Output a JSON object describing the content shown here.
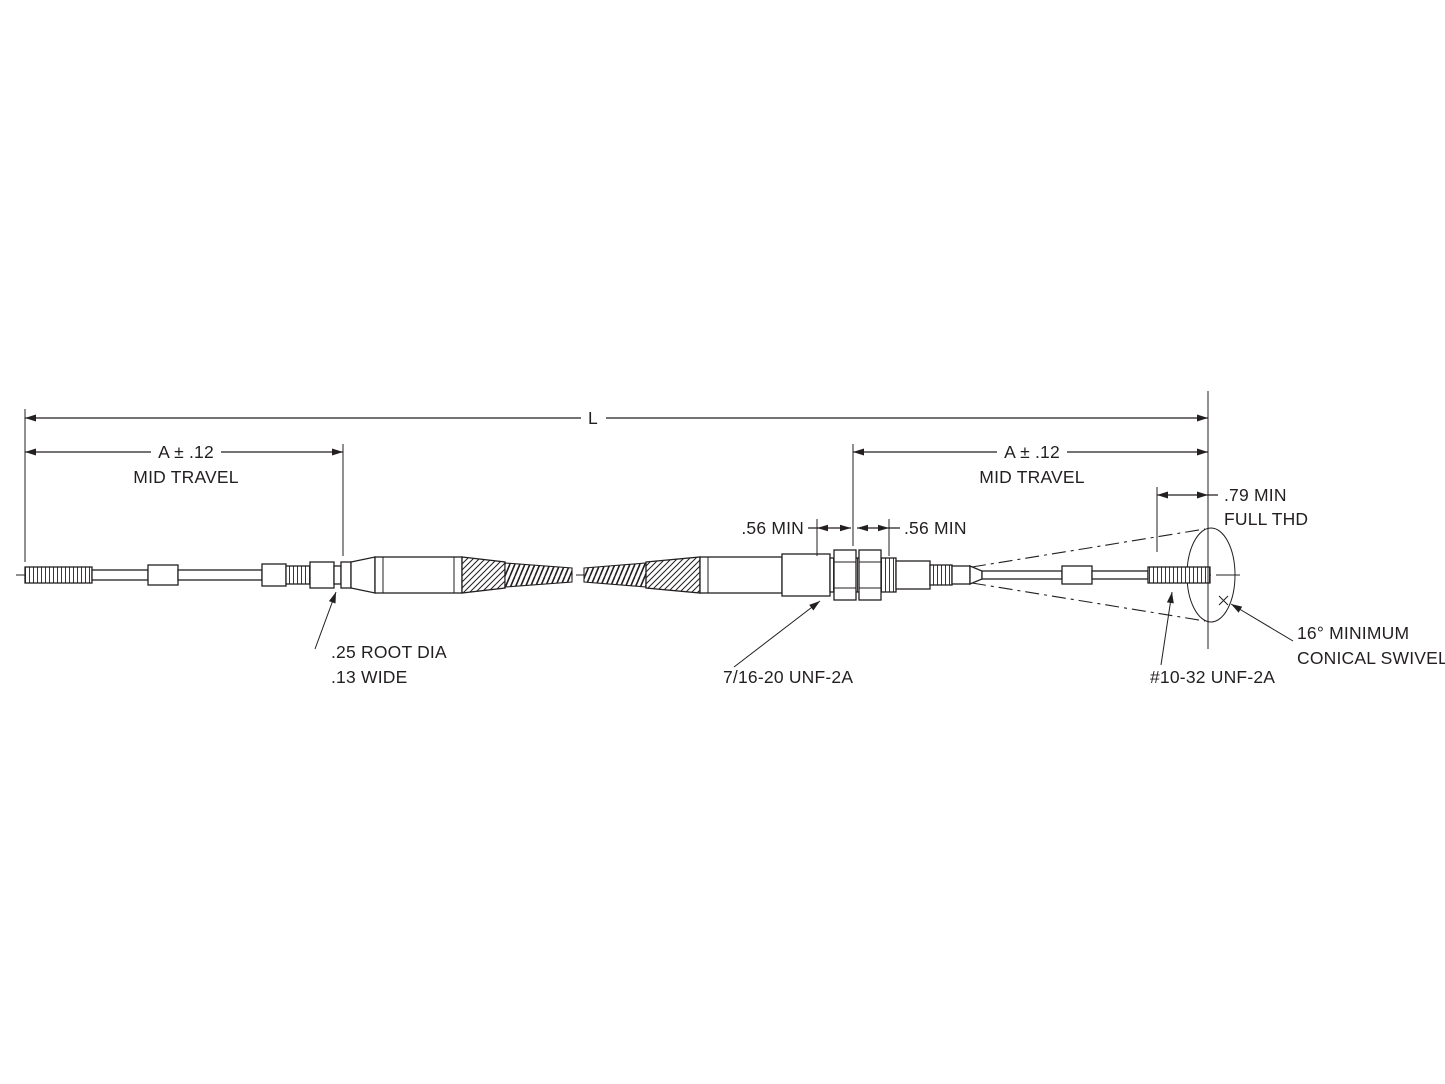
{
  "meta": {
    "background_color": "#ffffff",
    "line_color": "#231f20",
    "drawing_type": "push-pull control cable assembly dimensioned drawing"
  },
  "dimensions": {
    "overall_length": "L",
    "left_travel_line1": "A ± .12",
    "left_travel_line2": "MID TRAVEL",
    "right_travel_line1": "A ± .12",
    "right_travel_line2": "MID TRAVEL",
    "full_thread_line1": ".79 MIN",
    "full_thread_line2": "FULL THD",
    "min_engagement_left": ".56 MIN",
    "min_engagement_right": ".56 MIN"
  },
  "callouts": {
    "groove_line1": ".25 ROOT DIA",
    "groove_line2": ".13 WIDE",
    "bulkhead_thread": "7/16-20 UNF-2A",
    "rod_end_thread": "#10-32 UNF-2A",
    "swivel_line1": "16° MINIMUM",
    "swivel_line2": "CONICAL SWIVEL"
  }
}
